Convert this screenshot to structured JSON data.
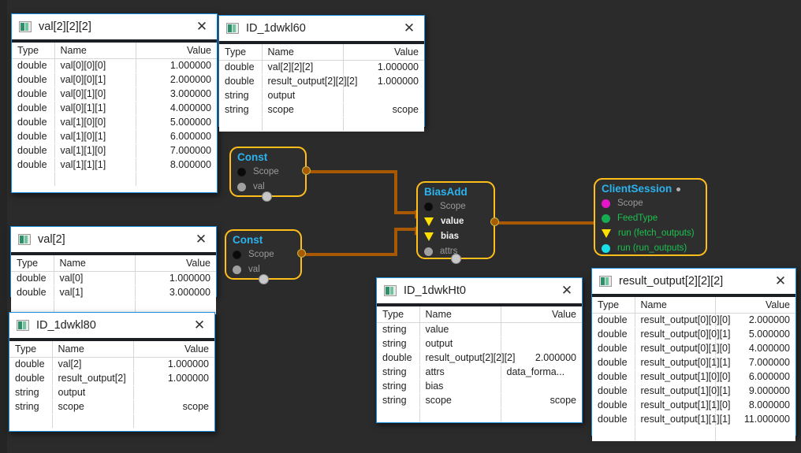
{
  "canvas": {
    "background": "#2b2b2b",
    "node_border": "#ffbe19",
    "wire_color": "#a85800",
    "accent": "#1a8fe0"
  },
  "columns": {
    "type": "Type",
    "name": "Name",
    "value": "Value"
  },
  "close_glyph": "✕",
  "windows": [
    {
      "id": "win-val222",
      "title": "val[2][2][2]",
      "rows": [
        {
          "type": "double",
          "name": "val[0][0][0]",
          "value": "1.000000"
        },
        {
          "type": "double",
          "name": "val[0][0][1]",
          "value": "2.000000"
        },
        {
          "type": "double",
          "name": "val[0][1][0]",
          "value": "3.000000"
        },
        {
          "type": "double",
          "name": "val[0][1][1]",
          "value": "4.000000"
        },
        {
          "type": "double",
          "name": "val[1][0][0]",
          "value": "5.000000"
        },
        {
          "type": "double",
          "name": "val[1][0][1]",
          "value": "6.000000"
        },
        {
          "type": "double",
          "name": "val[1][1][0]",
          "value": "7.000000"
        },
        {
          "type": "double",
          "name": "val[1][1][1]",
          "value": "8.000000"
        }
      ]
    },
    {
      "id": "win-id1dwkl60",
      "title": "ID_1dwkl60",
      "rows": [
        {
          "type": "double",
          "name": "val[2][2][2]",
          "value": "1.000000"
        },
        {
          "type": "double",
          "name": "result_output[2][2][2]",
          "value": "1.000000"
        },
        {
          "type": "string",
          "name": "output",
          "value": ""
        },
        {
          "type": "string",
          "name": "scope",
          "value": "scope"
        }
      ]
    },
    {
      "id": "win-val2",
      "title": "val[2]",
      "rows": [
        {
          "type": "double",
          "name": "val[0]",
          "value": "1.000000"
        },
        {
          "type": "double",
          "name": "val[1]",
          "value": "3.000000"
        }
      ]
    },
    {
      "id": "win-id1dwkl80",
      "title": "ID_1dwkl80",
      "rows": [
        {
          "type": "double",
          "name": "val[2]",
          "value": "1.000000"
        },
        {
          "type": "double",
          "name": "result_output[2]",
          "value": "1.000000"
        },
        {
          "type": "string",
          "name": "output",
          "value": ""
        },
        {
          "type": "string",
          "name": "scope",
          "value": "scope"
        }
      ]
    },
    {
      "id": "win-id1dwkht0",
      "title": "ID_1dwkHt0",
      "rows": [
        {
          "type": "string",
          "name": "value",
          "value": ""
        },
        {
          "type": "string",
          "name": "output",
          "value": ""
        },
        {
          "type": "double",
          "name": "result_output[2][2][2]",
          "value": "2.000000"
        },
        {
          "type": "string",
          "name": "attrs",
          "value": "data_forma...",
          "align": "left"
        },
        {
          "type": "string",
          "name": "bias",
          "value": ""
        },
        {
          "type": "string",
          "name": "scope",
          "value": "scope"
        }
      ]
    },
    {
      "id": "win-result-output",
      "title": "result_output[2][2][2]",
      "rows": [
        {
          "type": "double",
          "name": "result_output[0][0][0]",
          "value": "2.000000"
        },
        {
          "type": "double",
          "name": "result_output[0][0][1]",
          "value": "5.000000"
        },
        {
          "type": "double",
          "name": "result_output[0][1][0]",
          "value": "4.000000"
        },
        {
          "type": "double",
          "name": "result_output[0][1][1]",
          "value": "7.000000"
        },
        {
          "type": "double",
          "name": "result_output[1][0][0]",
          "value": "6.000000"
        },
        {
          "type": "double",
          "name": "result_output[1][0][1]",
          "value": "9.000000"
        },
        {
          "type": "double",
          "name": "result_output[1][1][0]",
          "value": "8.000000"
        },
        {
          "type": "double",
          "name": "result_output[1][1][1]",
          "value": "11.000000"
        }
      ]
    }
  ],
  "nodes": {
    "const1": {
      "title": "Const",
      "ports": [
        {
          "label": "Scope",
          "dot": "black",
          "style": "gray"
        },
        {
          "label": "val",
          "dot": "gray",
          "style": "gray"
        }
      ]
    },
    "const2": {
      "title": "Const",
      "ports": [
        {
          "label": "Scope",
          "dot": "black",
          "style": "gray"
        },
        {
          "label": "val",
          "dot": "gray",
          "style": "gray"
        }
      ]
    },
    "biasadd": {
      "title": "BiasAdd",
      "ports": [
        {
          "label": "Scope",
          "dot": "black",
          "style": "gray"
        },
        {
          "label": "value",
          "dot": "arrow",
          "style": "white"
        },
        {
          "label": "bias",
          "dot": "arrow",
          "style": "white"
        },
        {
          "label": "attrs",
          "dot": "gray",
          "style": "gray"
        }
      ]
    },
    "clientsession": {
      "title": "ClientSession",
      "ports": [
        {
          "label": "Scope",
          "dot": "magenta",
          "style": "gray"
        },
        {
          "label": "FeedType",
          "dot": "green",
          "style": "green"
        },
        {
          "label": "run (fetch_outputs)",
          "dot": "arrow",
          "style": "green"
        },
        {
          "label": "run (run_outputs)",
          "dot": "cyan",
          "style": "green"
        }
      ]
    }
  }
}
